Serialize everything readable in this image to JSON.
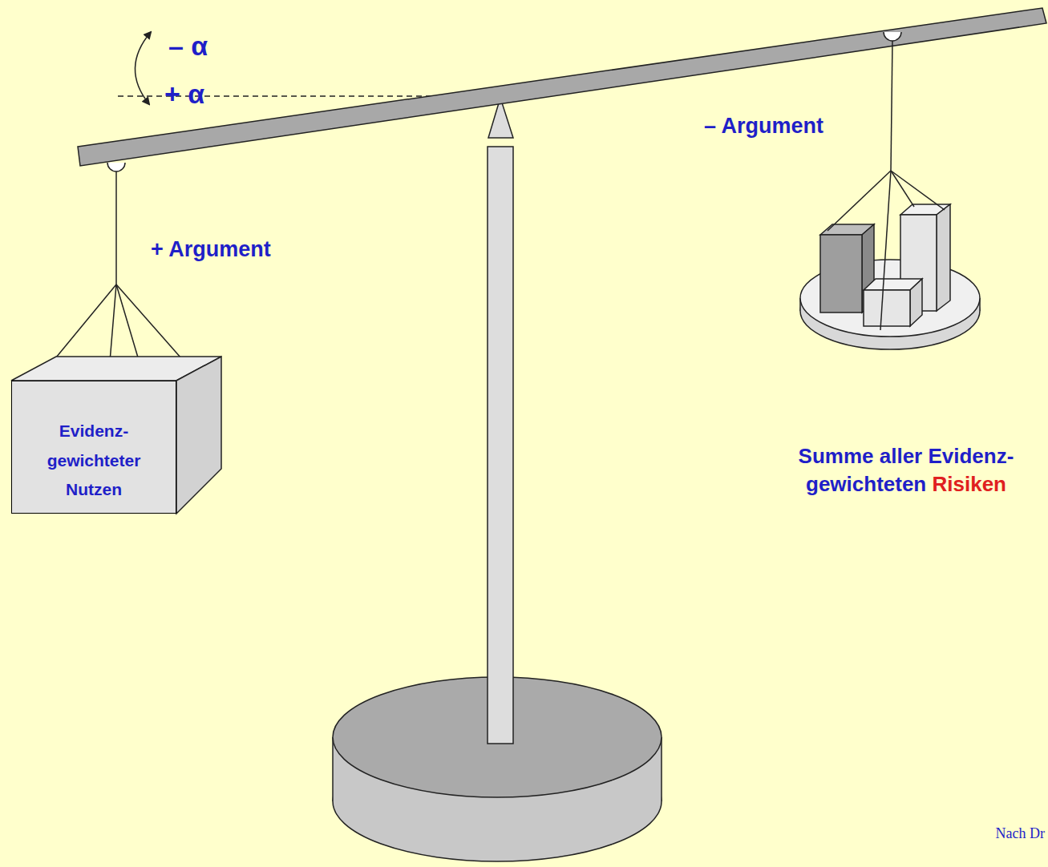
{
  "diagram": {
    "nodes": [
      {
        "text": [
          "Evidenz- gewichteter Nutzen"
        ]
      }
    ],
    "labels": [
      "– α",
      "+ α",
      "– Argument",
      "+ Argument",
      "Summe aller Evidenz- gewichteten",
      "Risiken",
      "Nach Dr"
    ]
  }
}
